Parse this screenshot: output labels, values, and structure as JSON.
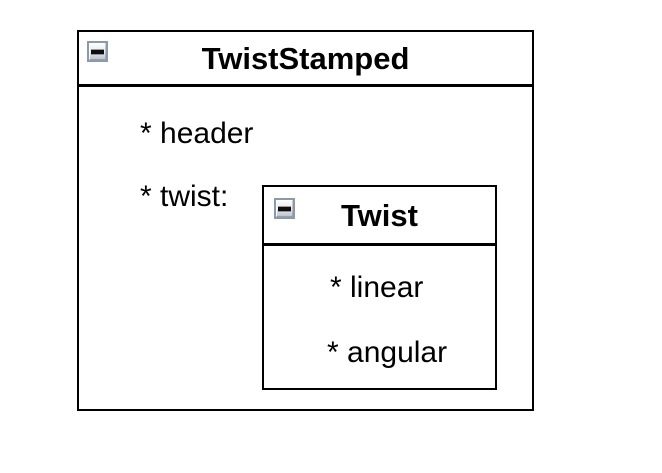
{
  "colors": {
    "background": "#ffffff",
    "box_border": "#000000",
    "text": "#000000",
    "button_frame": "#8b99ac",
    "button_fill_top": "#fdfdfd",
    "button_fill_bottom": "#b8bfca",
    "minus_glyph": "#0d0d0d"
  },
  "outer_box": {
    "title": "TwistStamped",
    "collapse_icon": "minus-icon",
    "fields": [
      {
        "label": "* header"
      },
      {
        "label": "* twist:"
      }
    ]
  },
  "twist_box": {
    "title": "Twist",
    "collapse_icon": "minus-icon",
    "fields": [
      {
        "label": "* linear"
      },
      {
        "label": "* angular"
      }
    ]
  }
}
